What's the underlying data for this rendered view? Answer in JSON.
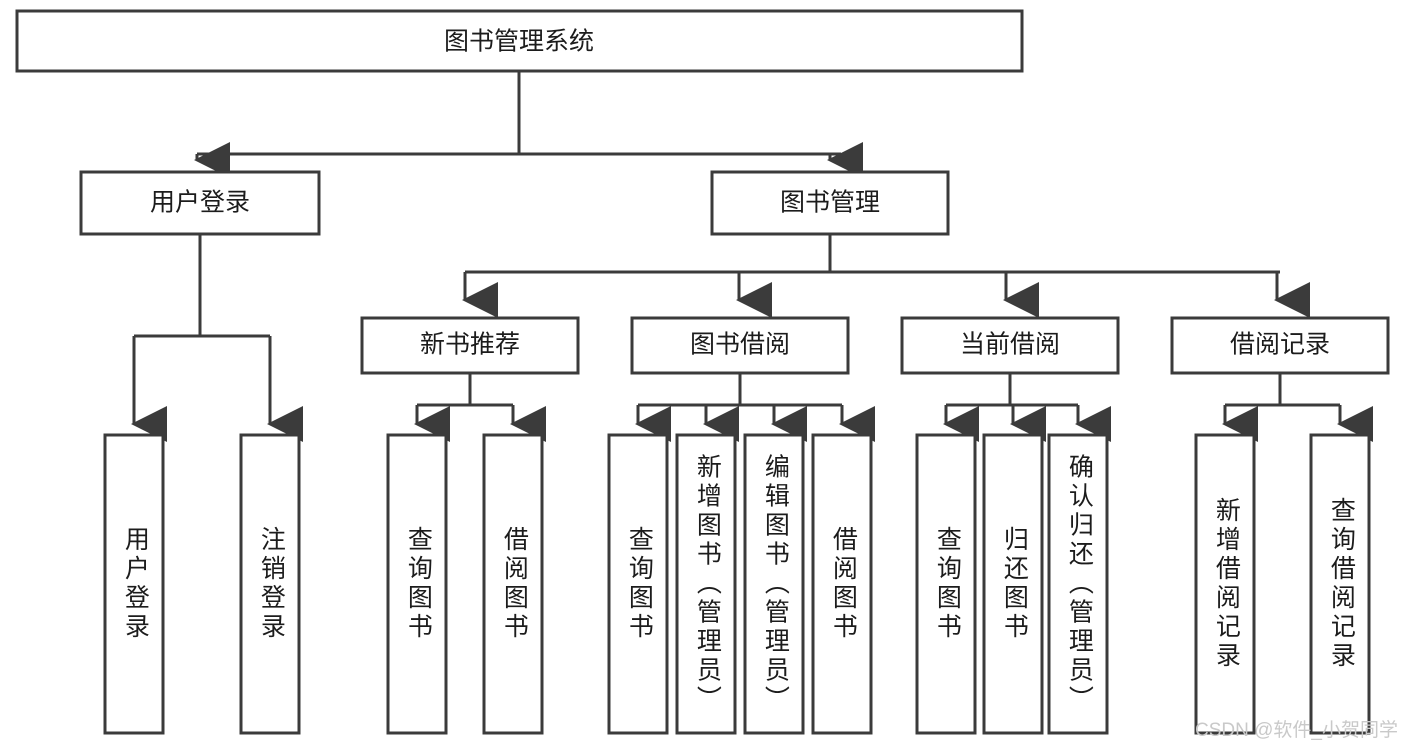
{
  "diagram": {
    "title": "图书管理系统",
    "type": "hierarchy-tree",
    "colors": {
      "stroke": "#3b3b3b",
      "fill": "#ffffff",
      "text": "#1c1c1c",
      "watermark": "#c9c9c9",
      "background": "#ffffff"
    },
    "watermark": "CSDN @软件_小贺同学",
    "levels": [
      {
        "level": 1,
        "nodes": [
          {
            "id": "root",
            "label": "图书管理系统",
            "orientation": "horizontal"
          }
        ]
      },
      {
        "level": 2,
        "nodes": [
          {
            "id": "login",
            "label": "用户登录",
            "orientation": "horizontal",
            "parent": "root"
          },
          {
            "id": "bookmgmt",
            "label": "图书管理",
            "orientation": "horizontal",
            "parent": "root"
          }
        ]
      },
      {
        "level": 3,
        "nodes": [
          {
            "id": "newbook",
            "label": "新书推荐",
            "orientation": "horizontal",
            "parent": "bookmgmt"
          },
          {
            "id": "borrow",
            "label": "图书借阅",
            "orientation": "horizontal",
            "parent": "bookmgmt"
          },
          {
            "id": "current",
            "label": "当前借阅",
            "orientation": "horizontal",
            "parent": "bookmgmt"
          },
          {
            "id": "records",
            "label": "借阅记录",
            "orientation": "horizontal",
            "parent": "bookmgmt"
          }
        ]
      },
      {
        "level": 4,
        "nodes": [
          {
            "id": "leaf-1",
            "label": "用户登录",
            "orientation": "vertical",
            "parent": "login"
          },
          {
            "id": "leaf-2",
            "label": "注销登录",
            "orientation": "vertical",
            "parent": "login"
          },
          {
            "id": "leaf-3",
            "label": "查询图书",
            "orientation": "vertical",
            "parent": "newbook"
          },
          {
            "id": "leaf-4",
            "label": "借阅图书",
            "orientation": "vertical",
            "parent": "newbook"
          },
          {
            "id": "leaf-5",
            "label": "查询图书",
            "orientation": "vertical",
            "parent": "borrow"
          },
          {
            "id": "leaf-6",
            "label": "新增图书（管理员）",
            "orientation": "vertical",
            "parent": "borrow"
          },
          {
            "id": "leaf-7",
            "label": "编辑图书（管理员）",
            "orientation": "vertical",
            "parent": "borrow"
          },
          {
            "id": "leaf-8",
            "label": "借阅图书",
            "orientation": "vertical",
            "parent": "borrow"
          },
          {
            "id": "leaf-9",
            "label": "查询图书",
            "orientation": "vertical",
            "parent": "current"
          },
          {
            "id": "leaf-10",
            "label": "归还图书",
            "orientation": "vertical",
            "parent": "current"
          },
          {
            "id": "leaf-11",
            "label": "确认归还（管理员）",
            "orientation": "vertical",
            "parent": "current"
          },
          {
            "id": "leaf-12",
            "label": "新增借阅记录",
            "orientation": "vertical",
            "parent": "records"
          },
          {
            "id": "leaf-13",
            "label": "查询借阅记录",
            "orientation": "vertical",
            "parent": "records"
          }
        ]
      }
    ]
  }
}
